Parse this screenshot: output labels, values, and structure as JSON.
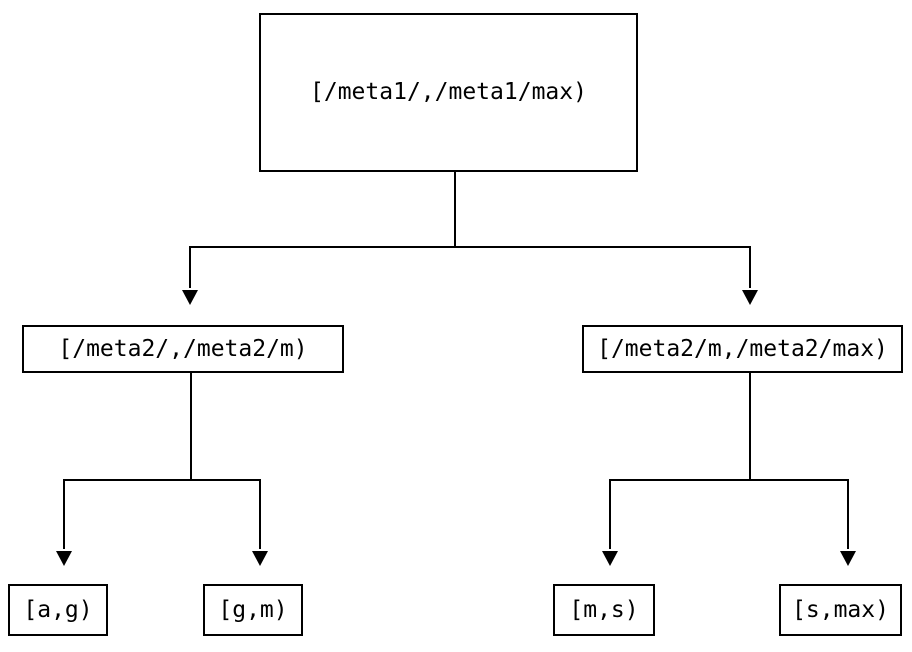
{
  "diagram": {
    "type": "tree",
    "background": "#ffffff",
    "stroke_color": "#000000",
    "box_fill": "#ffffff",
    "text_color": "#000000",
    "nodes": {
      "root": {
        "label": "[/meta1/,/meta1/max)",
        "level": 0
      },
      "left": {
        "label": "[/meta2/,/meta2/m)",
        "level": 1
      },
      "right": {
        "label": "[/meta2/m,/meta2/max)",
        "level": 1
      },
      "leaf_ag": {
        "label": "[a,g)",
        "level": 2
      },
      "leaf_gm": {
        "label": "[g,m)",
        "level": 2
      },
      "leaf_ms": {
        "label": "[m,s)",
        "level": 2
      },
      "leaf_smax": {
        "label": "[s,max)",
        "level": 2
      }
    },
    "edges": [
      {
        "from": "root",
        "to": "left"
      },
      {
        "from": "root",
        "to": "right"
      },
      {
        "from": "left",
        "to": "leaf_ag"
      },
      {
        "from": "left",
        "to": "leaf_gm"
      },
      {
        "from": "right",
        "to": "leaf_ms"
      },
      {
        "from": "right",
        "to": "leaf_smax"
      }
    ]
  }
}
